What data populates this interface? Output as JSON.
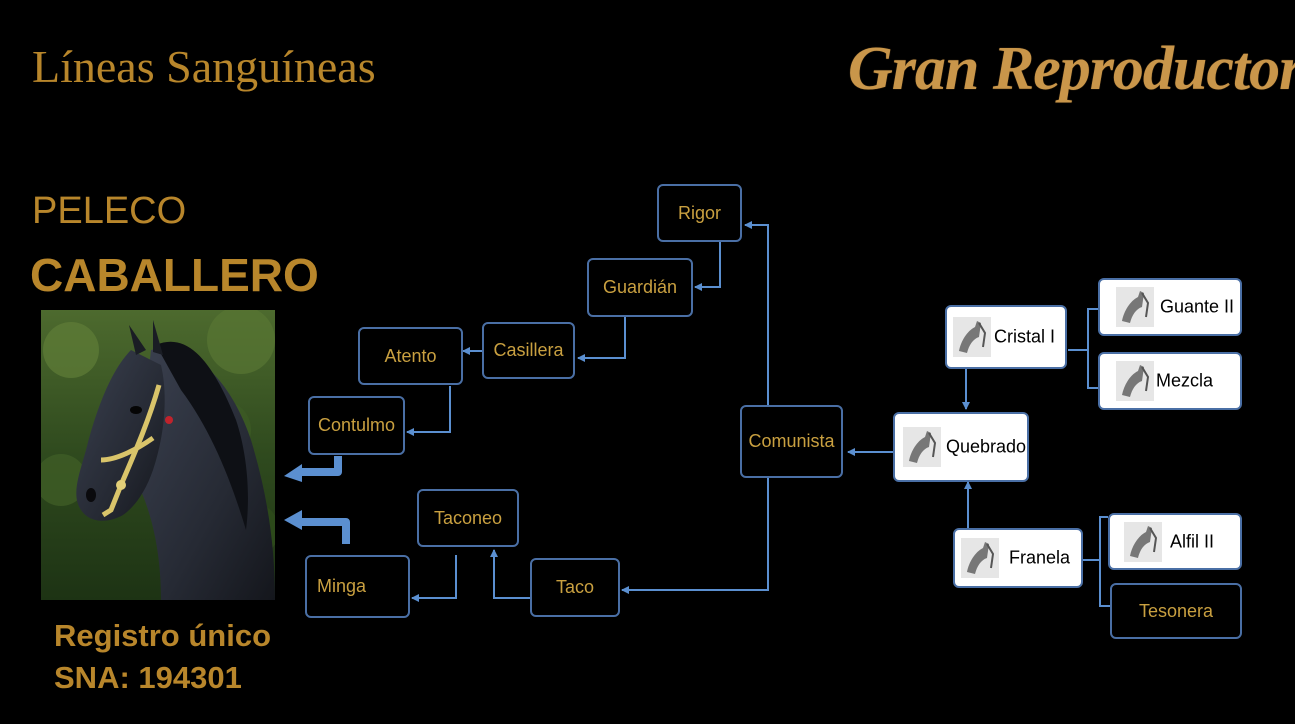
{
  "header": {
    "title": "Líneas Sanguíneas",
    "brand": "Gran Reproductor"
  },
  "horse": {
    "prefix": "PELECO",
    "name": "CABALLERO",
    "registry_line1": "Registro único",
    "registry_line2": "SNA: 194301"
  },
  "tree": {
    "paternal_line": {
      "rigor": "Rigor",
      "guardian": "Guardián",
      "casillera": "Casillera",
      "atento": "Atento",
      "contulmo": "Contulmo"
    },
    "maternal_line": {
      "taconeo": "Taconeo",
      "minga": "Minga",
      "taco": "Taco"
    },
    "comunista": "Comunista",
    "quebrado": "Quebrado",
    "cristal": "Cristal I",
    "franela": "Franela",
    "guante": "Guante II",
    "mezcla": "Mezcla",
    "alfil": "Alfil II",
    "tesonera": "Tesonera"
  },
  "colors": {
    "gold": "#b8862b",
    "node_border": "#4a6fa5",
    "arrow": "#5b8fd0",
    "background": "#000000"
  }
}
